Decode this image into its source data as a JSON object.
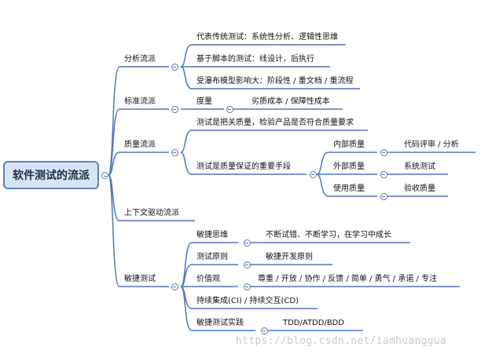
{
  "root": "软件测试的流派",
  "branches": [
    {
      "label": "分析流派",
      "children": [
        {
          "label": "代表传统测试：系统性分析、逻辑性思维"
        },
        {
          "label": "基于脚本的测试：线设计，后执行"
        },
        {
          "label": "受瀑布模型影响大：阶段性 / 重文档 / 重流程"
        }
      ]
    },
    {
      "label": "标准流派",
      "children": [
        {
          "label": "度量",
          "children": [
            {
              "label": "劣质成本 / 保障性成本"
            }
          ]
        }
      ]
    },
    {
      "label": "质量流派",
      "children": [
        {
          "label": "测试是把关质量，检验产品是否符合质量要求"
        },
        {
          "label": "测试是质量保证的重要手段",
          "children": [
            {
              "label": "内部质量",
              "children": [
                {
                  "label": "代码评审 / 分析"
                }
              ]
            },
            {
              "label": "外部质量",
              "children": [
                {
                  "label": "系统测试"
                }
              ]
            },
            {
              "label": "使用质量",
              "children": [
                {
                  "label": "验收质量"
                }
              ]
            }
          ]
        }
      ]
    },
    {
      "label": "上下文驱动流派",
      "children": []
    },
    {
      "label": "敏捷测试",
      "children": [
        {
          "label": "敏捷思维",
          "children": [
            {
              "label": "不断试错、不断学习，在学习中成长"
            }
          ]
        },
        {
          "label": "测试原则",
          "children": [
            {
              "label": "敏捷开发原则"
            }
          ]
        },
        {
          "label": "价值观",
          "children": [
            {
              "label": "尊重 / 开放 / 协作 / 反馈 / 简单 / 勇气 / 承诺 / 专注"
            }
          ]
        },
        {
          "label": "持续集成(CI) / 持续交互(CD)"
        },
        {
          "label": "敏捷测试实践",
          "children": [
            {
              "label": "TDD/ATDD/BDD"
            }
          ]
        }
      ]
    }
  ],
  "watermark": "https://blog.csdn.net/iamhuanggua",
  "colors": {
    "line": "#4f77b8",
    "root_fill": "#d9e3f3",
    "root_border": "#5b7fbd"
  }
}
